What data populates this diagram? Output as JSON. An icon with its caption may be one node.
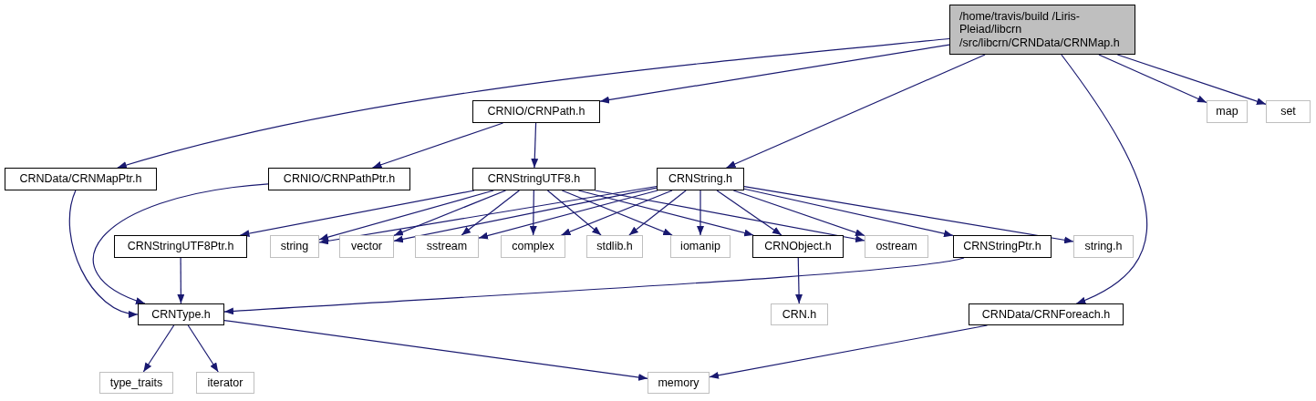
{
  "diagram": {
    "nodes": [
      {
        "text": [
          "/home/travis/build /Liris-Pleiad/libcrn /src/libcrn/CRNData/CRNMap.h"
        ]
      },
      {
        "text": [
          "CRNIO/CRNPath.h"
        ]
      },
      {
        "text": [
          "map"
        ]
      },
      {
        "text": [
          "set"
        ]
      },
      {
        "text": [
          "CRNData/CRNMapPtr.h"
        ]
      },
      {
        "text": [
          "CRNIO/CRNPathPtr.h"
        ]
      },
      {
        "text": [
          "CRNStringUTF8.h"
        ]
      },
      {
        "text": [
          "CRNString.h"
        ]
      },
      {
        "text": [
          "CRNStringUTF8Ptr.h"
        ]
      },
      {
        "text": [
          "string"
        ]
      },
      {
        "text": [
          "vector"
        ]
      },
      {
        "text": [
          "sstream"
        ]
      },
      {
        "text": [
          "complex"
        ]
      },
      {
        "text": [
          "stdlib.h"
        ]
      },
      {
        "text": [
          "iomanip"
        ]
      },
      {
        "text": [
          "CRNObject.h"
        ]
      },
      {
        "text": [
          "ostream"
        ]
      },
      {
        "text": [
          "CRNStringPtr.h"
        ]
      },
      {
        "text": [
          "string.h"
        ]
      },
      {
        "text": [
          "CRN.h"
        ]
      },
      {
        "text": [
          "CRNData/CRNForeach.h"
        ]
      },
      {
        "text": [
          "CRNType.h"
        ]
      },
      {
        "text": [
          "type_traits"
        ]
      },
      {
        "text": [
          "iterator"
        ]
      },
      {
        "text": [
          "memory"
        ]
      }
    ],
    "edges": [
      {
        "from": 0,
        "to": 4,
        "arrow": "to"
      },
      {
        "from": 0,
        "to": 1,
        "arrow": "to"
      },
      {
        "from": 0,
        "to": 7,
        "arrow": "to"
      },
      {
        "from": 0,
        "to": 20,
        "arrow": "to"
      },
      {
        "from": 0,
        "to": 2,
        "arrow": "to"
      },
      {
        "from": 0,
        "to": 3,
        "arrow": "to"
      },
      {
        "from": 1,
        "to": 5,
        "arrow": "to"
      },
      {
        "from": 1,
        "to": 6,
        "arrow": "to"
      },
      {
        "from": 4,
        "to": 21,
        "arrow": "to"
      },
      {
        "from": 5,
        "to": 21,
        "arrow": "to"
      },
      {
        "from": 6,
        "to": 8,
        "arrow": "to"
      },
      {
        "from": 6,
        "to": 9,
        "arrow": "to"
      },
      {
        "from": 6,
        "to": 10,
        "arrow": "to"
      },
      {
        "from": 6,
        "to": 11,
        "arrow": "to"
      },
      {
        "from": 6,
        "to": 12,
        "arrow": "to"
      },
      {
        "from": 6,
        "to": 13,
        "arrow": "to"
      },
      {
        "from": 6,
        "to": 14,
        "arrow": "to"
      },
      {
        "from": 6,
        "to": 15,
        "arrow": "to"
      },
      {
        "from": 6,
        "to": 16,
        "arrow": "to"
      },
      {
        "from": 7,
        "to": 9,
        "arrow": "to"
      },
      {
        "from": 7,
        "to": 10,
        "arrow": "to"
      },
      {
        "from": 7,
        "to": 11,
        "arrow": "to"
      },
      {
        "from": 7,
        "to": 12,
        "arrow": "to"
      },
      {
        "from": 7,
        "to": 13,
        "arrow": "to"
      },
      {
        "from": 7,
        "to": 14,
        "arrow": "to"
      },
      {
        "from": 7,
        "to": 15,
        "arrow": "to"
      },
      {
        "from": 7,
        "to": 16,
        "arrow": "to"
      },
      {
        "from": 7,
        "to": 17,
        "arrow": "to"
      },
      {
        "from": 7,
        "to": 18,
        "arrow": "to"
      },
      {
        "from": 8,
        "to": 21,
        "arrow": "to"
      },
      {
        "from": 15,
        "to": 19,
        "arrow": "to"
      },
      {
        "from": 17,
        "to": 21,
        "arrow": "to"
      },
      {
        "from": 20,
        "to": 24,
        "arrow": "to"
      },
      {
        "from": 21,
        "to": 22,
        "arrow": "to"
      },
      {
        "from": 21,
        "to": 23,
        "arrow": "to"
      },
      {
        "from": 21,
        "to": 24,
        "arrow": "to"
      }
    ]
  }
}
